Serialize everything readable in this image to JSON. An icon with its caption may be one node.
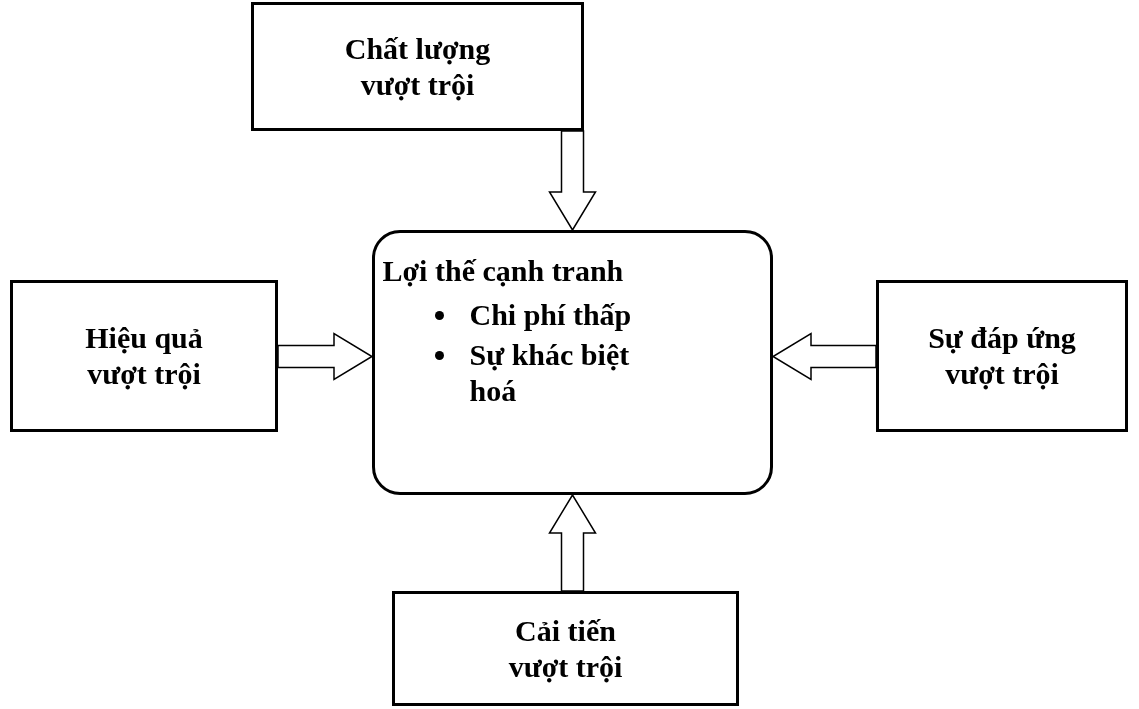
{
  "diagram": {
    "nodes": [
      {
        "text": [
          "Chất lượng vượt trội"
        ]
      },
      {
        "text": [
          "Hiệu quả vượt trội"
        ]
      },
      {
        "text": [
          "Lợi thế cạnh tranh",
          "Chi phí thấp",
          "Sự khác biệt hoá"
        ]
      },
      {
        "text": [
          "Sự đáp ứng vượt trội"
        ]
      },
      {
        "text": [
          "Cải tiến vượt trội"
        ]
      }
    ],
    "edges": [
      {
        "from": 0,
        "to": 2,
        "arrow": "to"
      },
      {
        "from": 1,
        "to": 2,
        "arrow": "to"
      },
      {
        "from": 3,
        "to": 2,
        "arrow": "to"
      },
      {
        "from": 4,
        "to": 2,
        "arrow": "to"
      }
    ]
  }
}
